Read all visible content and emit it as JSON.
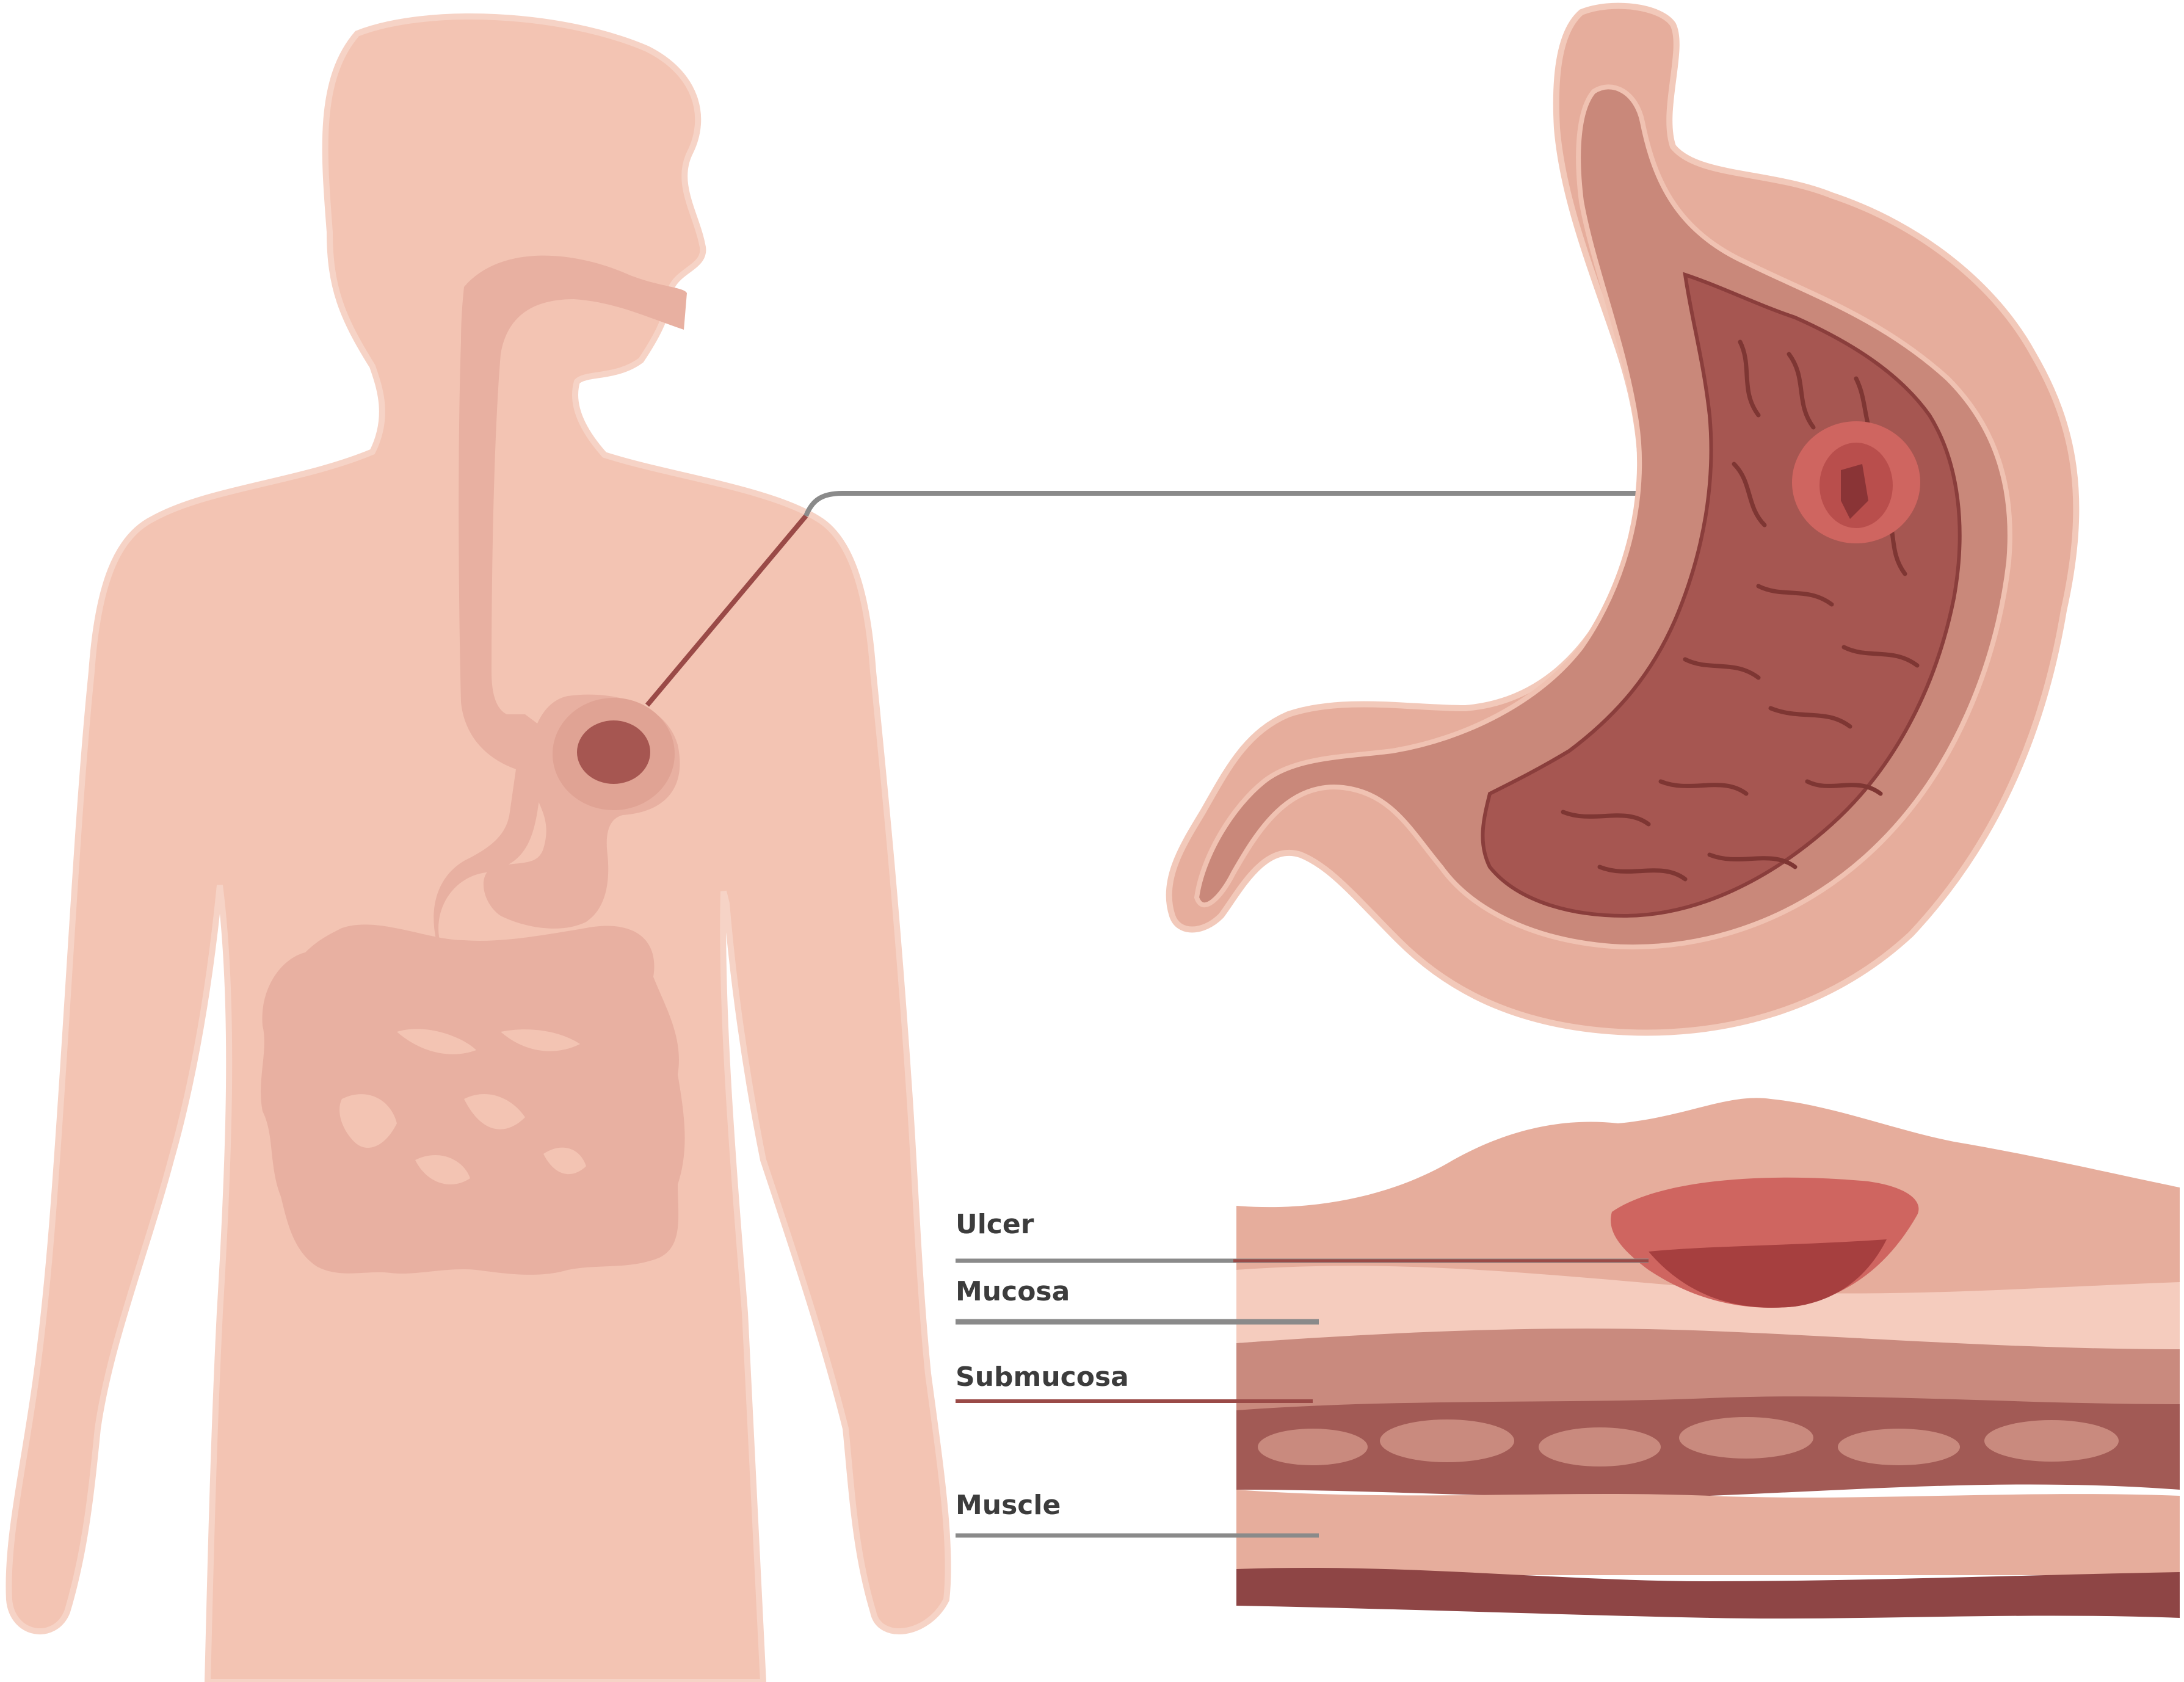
{
  "diagram": {
    "labels": {
      "ulcer": "Ulcer",
      "mucosa": "Mucosa",
      "submucosa": "Submucosa",
      "muscle": "Muscle"
    }
  },
  "colors": {
    "skin": "#f3c4b3",
    "tract": "#e8b0a1",
    "stomach_outer": "#e6ad9c",
    "stomach_wall": "#c9887a",
    "stomach_inner": "#a65651",
    "ulcer": "#cf6560",
    "ulcer_core": "#a63f3f",
    "muscle_dark": "#8e4545",
    "leader_gray": "#8a8a8a",
    "leader_red": "#9a4a47",
    "text": "#3c3c3c"
  }
}
